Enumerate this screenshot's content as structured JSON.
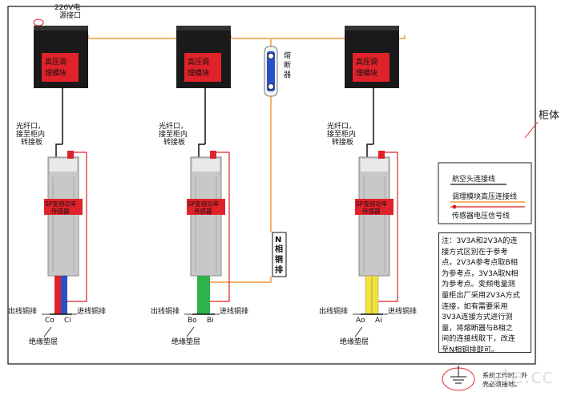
{
  "header": {
    "power_label_line1": "220V电",
    "power_label_line2": "源接口"
  },
  "cabinet_label": "柜体",
  "fuse_label": [
    "熔",
    "断",
    "器"
  ],
  "n_busbar_label": [
    "N",
    "相",
    "铜",
    "排"
  ],
  "modules": [
    {
      "box_line1": "高压调",
      "box_line2": "理模块",
      "fiber_line1": "光纤口，",
      "fiber_line2": "接至柜内",
      "fiber_line3": "转接板",
      "sensor_line1": "SP变频功率",
      "sensor_line2": "传感器",
      "out_label": "出线铜排",
      "in_label": "进线铜排",
      "left_term": "Co",
      "right_term": "Ci",
      "insulation": "绝缘垫层",
      "cable_color_left": "#e0222a",
      "cable_color_right": "#2a4fc7"
    },
    {
      "box_line1": "高压调",
      "box_line2": "理模块",
      "fiber_line1": "光纤口，",
      "fiber_line2": "接至柜内",
      "fiber_line3": "转接板",
      "sensor_line1": "SP变频功率",
      "sensor_line2": "传感器",
      "out_label": "出线铜排",
      "in_label": "进线铜排",
      "left_term": "Bo",
      "right_term": "Bi",
      "insulation": "绝缘垫层",
      "cable_color_left": "#2db34a",
      "cable_color_right": "#2db34a"
    },
    {
      "box_line1": "高压调",
      "box_line2": "理模块",
      "fiber_line1": "光纤口，",
      "fiber_line2": "接至柜内",
      "fiber_line3": "转接板",
      "sensor_line1": "SP变频功率",
      "sensor_line2": "传感器",
      "out_label": "出线铜排",
      "in_label": "进线铜排",
      "left_term": "Ao",
      "right_term": "Ai",
      "insulation": "绝缘垫层",
      "cable_color_left": "#f2e23a",
      "cable_color_right": "#f2e23a"
    }
  ],
  "legend": {
    "aviation": "航空头连接线",
    "hv_link": "调理模块高压连接线",
    "sensor_signal": "传感器电压信号线",
    "colors": {
      "aviation": "#111111",
      "hv_link": "#f3b46a",
      "sensor_signal": "#e0222a"
    }
  },
  "note": {
    "lines": [
      "注：3V3A和2V3A的连",
      "接方式区别在于参考",
      "点，2V3A参考点取B相",
      "为参考点，3V3A取N相",
      "为参考点。变频电量测",
      "量柜出厂采用2V3A方式",
      "连接，如有需要采用",
      "3V3A连接方式进行测",
      "量，将熔断器与B相之",
      "间的连接线取下，改连",
      "至N相铜排即可。"
    ]
  },
  "ground": {
    "line1": "系统工作时，外",
    "line2": "壳必须接地。"
  },
  "watermark": "vte.cc"
}
